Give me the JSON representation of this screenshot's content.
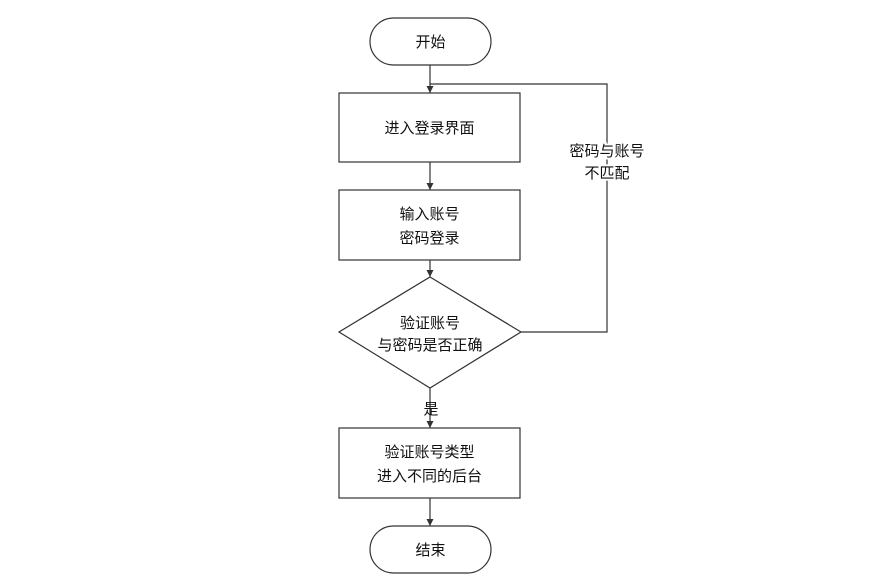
{
  "flowchart": {
    "start": "开始",
    "step1": "进入登录界面",
    "step2": [
      "输入账号",
      "密码登录"
    ],
    "decision": [
      "验证账号",
      "与密码是否正确"
    ],
    "yes_label": "是",
    "loop_label": [
      "密码与账号",
      "不匹配"
    ],
    "step3": [
      "验证账号类型",
      "进入不同的后台"
    ],
    "end": "结束"
  }
}
